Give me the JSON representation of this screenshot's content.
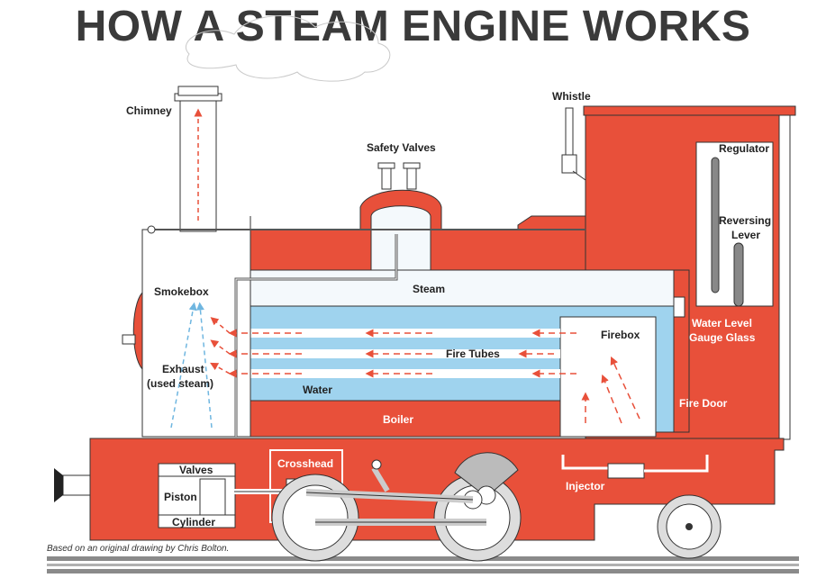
{
  "title": "HOW A STEAM ENGINE WORKS",
  "labels": {
    "chimney": "Chimney",
    "whistle": "Whistle",
    "safety_valves": "Safety Valves",
    "regulator": "Regulator",
    "reversing_lever_1": "Reversing",
    "reversing_lever_2": "Lever",
    "smokebox": "Smokebox",
    "steam": "Steam",
    "firebox": "Firebox",
    "fire_tubes": "Fire Tubes",
    "water_level_1": "Water Level",
    "water_level_2": "Gauge Glass",
    "exhaust_1": "Exhaust",
    "exhaust_2": "(used steam)",
    "water": "Water",
    "fire_door": "Fire Door",
    "boiler": "Boiler",
    "crosshead": "Crosshead",
    "valves": "Valves",
    "piston": "Piston",
    "cylinder": "Cylinder",
    "injector": "Injector"
  },
  "credit": "Based on an original drawing by Chris Bolton.",
  "colors": {
    "body_red": "#e8503a",
    "water_blue": "#9fd3ee",
    "steam_fill": "#f4f9fc",
    "outline": "#333333",
    "hot_arrow": "#e8503a",
    "cool_arrow": "#6fb6e0",
    "rail": "#777777",
    "title": "#3a3a3a"
  }
}
